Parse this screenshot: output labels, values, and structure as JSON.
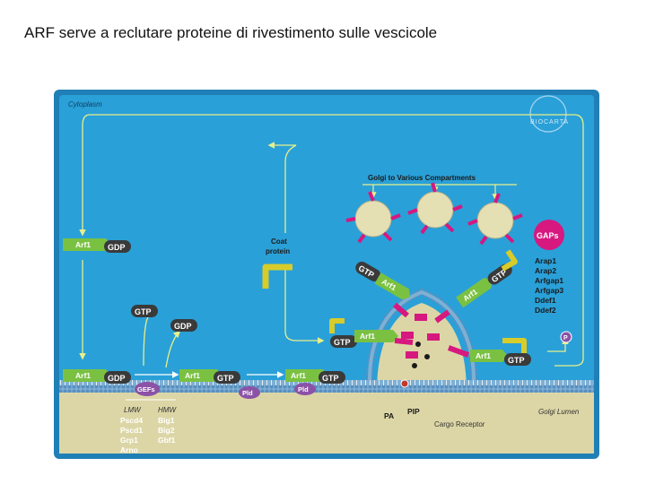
{
  "slide": {
    "title": "ARF serve a reclutare proteine di rivestimento sulle vescicole"
  },
  "diagram": {
    "regions": {
      "cytoplasm": "Cytoplasm",
      "lumen": "Golgi Lumen"
    },
    "logo": "BIOCARTA",
    "golgi_header": "Golgi to Various Compartments",
    "coat_protein": [
      "Coat",
      "protein"
    ],
    "molecules": {
      "arf1": "Arf1",
      "gdp": "GDP",
      "gtp": "GTP",
      "pld": "Pld",
      "gefs": "GEFs",
      "gaps": "GAPs",
      "p": "P",
      "pa": "PA",
      "pip": "PIP",
      "cargo_receptor": "Cargo Receptor"
    },
    "gef_groups": {
      "lmw": {
        "label": "LMW",
        "items": [
          "Pscd4",
          "Pscd1",
          "Grp1",
          "Arno"
        ]
      },
      "hmw": {
        "label": "HMW",
        "items": [
          "Big1",
          "Big2",
          "Gbf1"
        ]
      }
    },
    "gap_list": [
      "Arap1",
      "Arap2",
      "Arfgap1",
      "Arfgap3",
      "Ddef1",
      "Ddef2"
    ]
  },
  "colors": {
    "cytoplasm": "#2aa0d8",
    "frame": "#1f7fb6",
    "lumen": "#dcd6a6",
    "membrane": "#8dbbd9",
    "arf1": "#7ac142",
    "gtp_gdp": "#3a3a3a",
    "coat": "#d7cc2a",
    "magenta": "#d6187f",
    "purple": "#8b52a6",
    "golgi_vesicle": "#e4e0b4"
  }
}
